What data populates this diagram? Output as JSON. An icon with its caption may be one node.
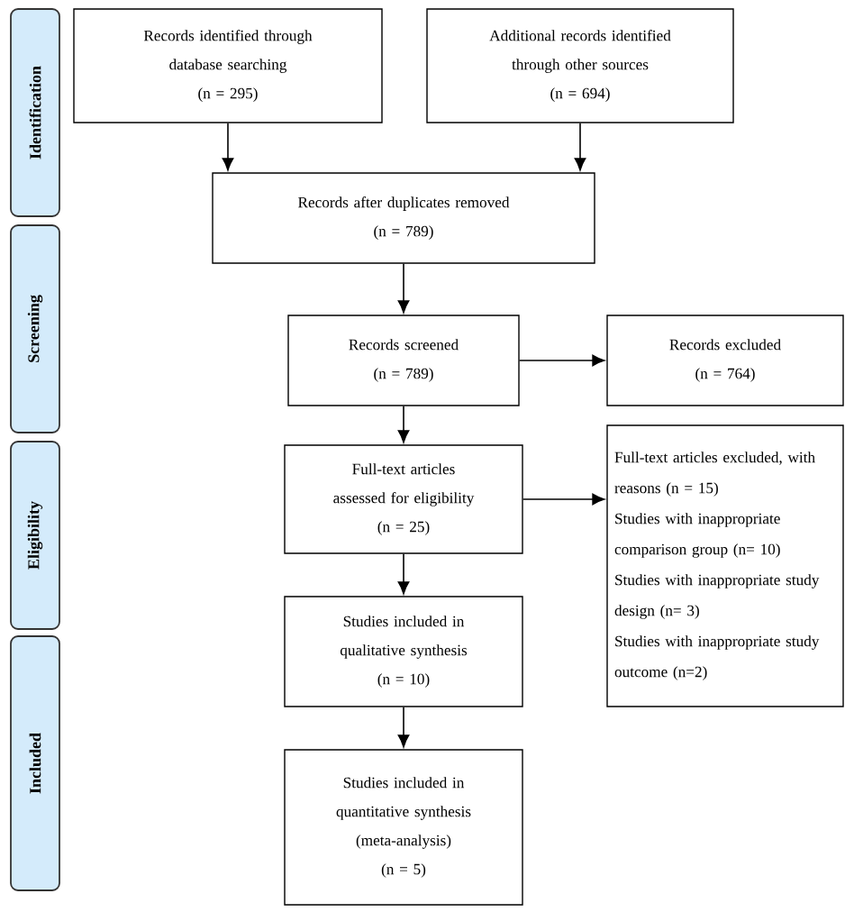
{
  "diagram": {
    "nodes": [
      {
        "text": [
          "Identification"
        ]
      },
      {
        "text": [
          "Screening"
        ]
      },
      {
        "text": [
          "Eligibility"
        ]
      },
      {
        "text": [
          "Included"
        ]
      },
      {
        "text": [
          "Records identified through database searching",
          "(n = 295)"
        ]
      },
      {
        "text": [
          "Additional records identified through other sources",
          "(n = 694)"
        ]
      },
      {
        "text": [
          "Records after duplicates removed",
          "(n = 789)"
        ]
      },
      {
        "text": [
          "Records screened",
          "(n = 789)"
        ]
      },
      {
        "text": [
          "Records excluded",
          "(n = 764)"
        ]
      },
      {
        "text": [
          "Full-text articles assessed for eligibility",
          "(n = 25)"
        ]
      },
      {
        "text": [
          "Full-text articles excluded, with reasons (n = 15)",
          "Studies with inappropriate comparison group (n= 10)",
          "Studies with inappropriate study design (n= 3)",
          "Studies with inappropriate study outcome (n=2)"
        ]
      },
      {
        "text": [
          "Studies included in qualitative synthesis",
          "(n = 10)"
        ]
      },
      {
        "text": [
          "Studies included in quantitative synthesis (meta-analysis)",
          "(n = 5)"
        ]
      }
    ],
    "edges": [
      {
        "from": 4,
        "to": 6,
        "arrow": "to"
      },
      {
        "from": 5,
        "to": 6,
        "arrow": "to"
      },
      {
        "from": 6,
        "to": 7,
        "arrow": "to"
      },
      {
        "from": 7,
        "to": 8,
        "arrow": "to"
      },
      {
        "from": 7,
        "to": 9,
        "arrow": "to"
      },
      {
        "from": 9,
        "to": 10,
        "arrow": "to"
      },
      {
        "from": 9,
        "to": 11,
        "arrow": "to"
      },
      {
        "from": 11,
        "to": 12,
        "arrow": "to"
      }
    ]
  }
}
